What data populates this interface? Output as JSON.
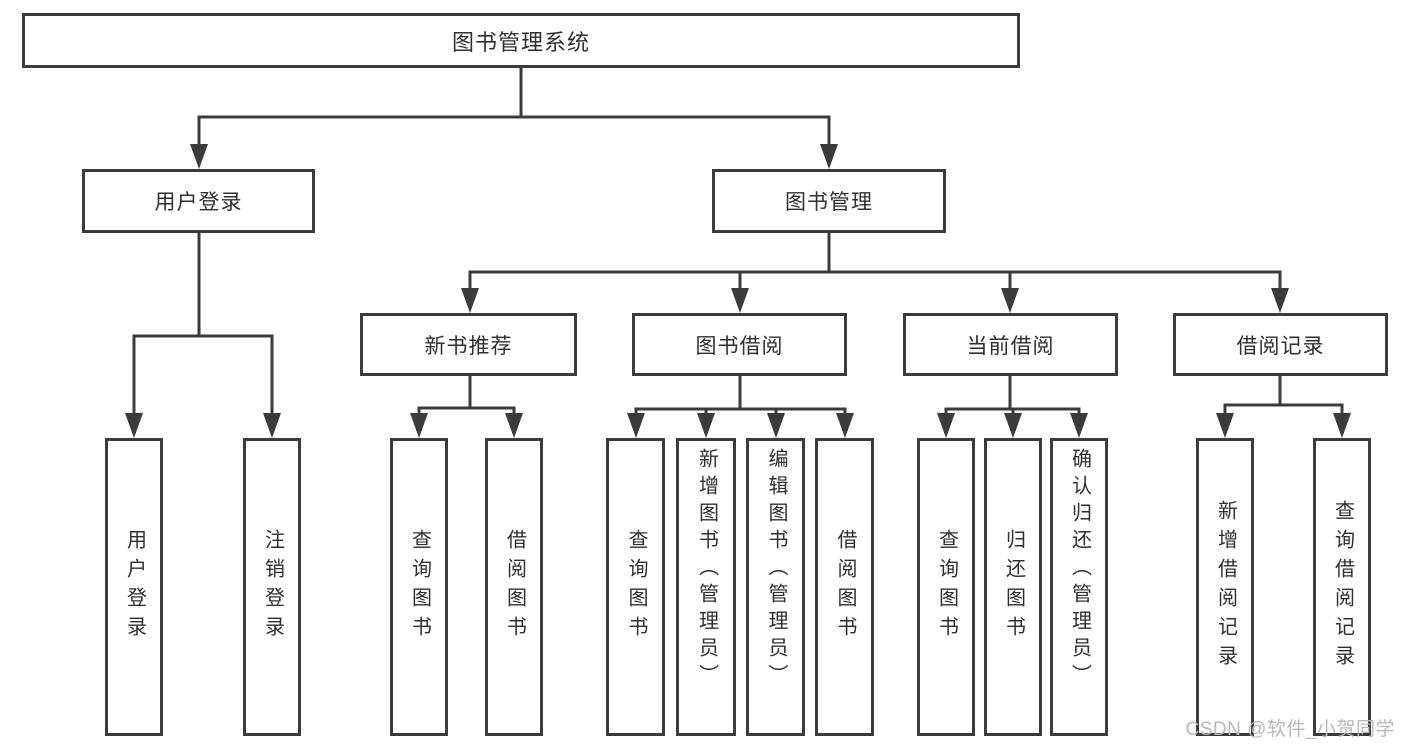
{
  "diagram": {
    "root": "图书管理系统",
    "level2": {
      "user_login": "用户登录",
      "book_management": "图书管理"
    },
    "level3": {
      "new_book_recommend": "新书推荐",
      "book_borrow": "图书借阅",
      "current_borrow": "当前借阅",
      "borrow_records": "借阅记录"
    },
    "leaves": {
      "user_login": "用户登录",
      "logout": "注销登录",
      "recommend_query_books": "查询图书",
      "recommend_borrow_books": "借阅图书",
      "borrow_query_books": "查询图书",
      "borrow_add_books": "新增图书（管理员）",
      "borrow_edit_books": "编辑图书（管理员）",
      "borrow_borrow_books": "借阅图书",
      "current_query_books": "查询图书",
      "current_return_books": "归还图书",
      "current_confirm_return": "确认归还（管理员）",
      "records_add_record": "新增借阅记录",
      "records_query_record": "查询借阅记录"
    },
    "watermark": "CSDN @软件_小贺同学",
    "colors": {
      "line": "#3b3b3b",
      "box_border": "#3b3b3b",
      "text": "#2f2f2f",
      "watermark": "#b9b9b9",
      "background": "#ffffff"
    }
  }
}
